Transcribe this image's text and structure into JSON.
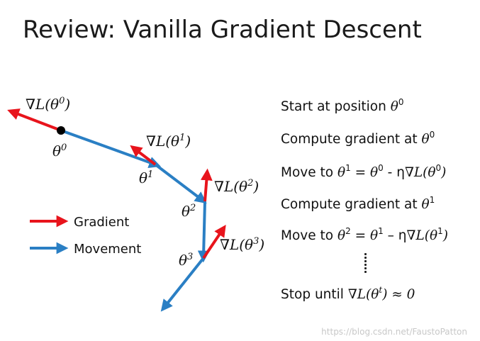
{
  "title": "Review: Vanilla Gradient Descent",
  "colors": {
    "gradient": "#e8141c",
    "movement": "#2a7fc4",
    "point": "#000000"
  },
  "points": [
    "θ",
    "θ",
    "θ",
    "θ"
  ],
  "point_sups": [
    "0",
    "1",
    "2",
    "3"
  ],
  "grad_labels": [
    "∇L(θ",
    "∇L(θ",
    "∇L(θ",
    "∇L(θ"
  ],
  "legend": {
    "gradient": "Gradient",
    "movement": "Movement"
  },
  "steps": {
    "s1": {
      "text": "Start at position ",
      "theta": "θ",
      "sup": "0"
    },
    "s2": {
      "text": "Compute gradient at ",
      "theta": "θ",
      "sup": "0"
    },
    "s3": {
      "text": "Move to ",
      "t1": "θ",
      "sup1": "1",
      "eq": " = ",
      "t2": "θ",
      "sup2": "0",
      "minus": " - η",
      "grad": "∇L(θ",
      "sup3": "0",
      "close": ")"
    },
    "s4": {
      "text": "Compute gradient at ",
      "theta": "θ",
      "sup": "1"
    },
    "s5": {
      "text": "Move to ",
      "t1": "θ",
      "sup1": "2",
      "eq": " = ",
      "t2": "θ",
      "sup2": "1",
      "minus": " – η",
      "grad": "∇L(θ",
      "sup3": "1",
      "close": ")"
    },
    "s6": {
      "text": "Stop until ",
      "grad": "∇L(θ",
      "sup": "t",
      "close": ") ≈ 0"
    }
  },
  "watermark": "https://blog.csdn.net/FaustoPatton"
}
